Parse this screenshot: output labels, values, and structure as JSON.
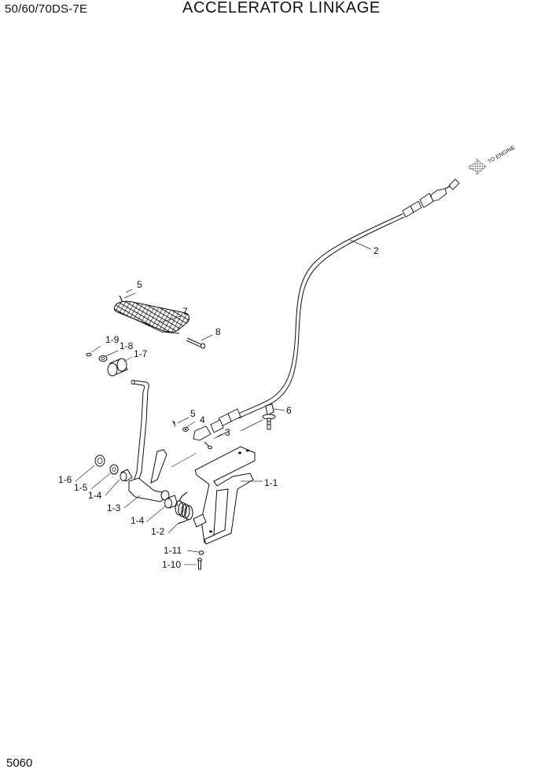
{
  "header": {
    "model": "50/60/70DS-7E",
    "title": "ACCELERATOR LINKAGE"
  },
  "footer": {
    "page_number": "5060"
  },
  "direction_note": "TO ENGINE",
  "callouts": {
    "c2": "2",
    "c5a": "5",
    "c7": "7",
    "c8": "8",
    "c1_9": "1-9",
    "c1_8": "1-8",
    "c1_7": "1-7",
    "c5b": "5",
    "c4": "4",
    "c3": "3",
    "c6": "6",
    "c1_1": "1-1",
    "c1_6": "1-6",
    "c1_5": "1-5",
    "c1_4a": "1-4",
    "c1_3": "1-3",
    "c1_4b": "1-4",
    "c1_2": "1-2",
    "c1_11": "1-11",
    "c1_10": "1-10"
  }
}
